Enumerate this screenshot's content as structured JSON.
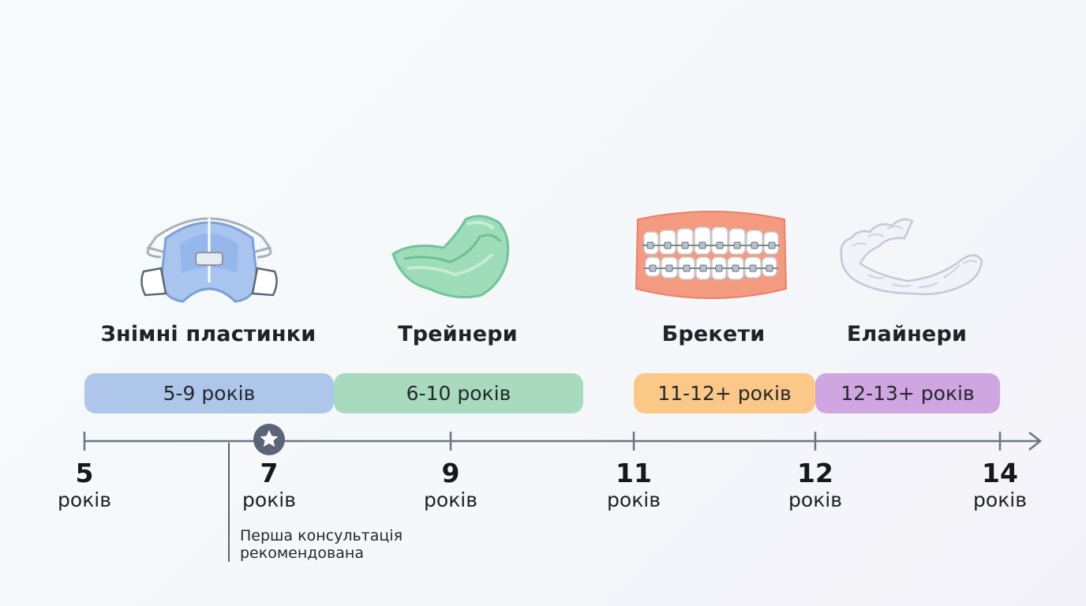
{
  "treatments": [
    {
      "title": "Знімні пластинки",
      "age_range": "5-9 років",
      "color": "#aec6ea",
      "icon": "removable-plate-icon"
    },
    {
      "title": "Трейнери",
      "age_range": "6-10 років",
      "color": "#a8dbbd",
      "icon": "trainer-icon"
    },
    {
      "title": "Брекети",
      "age_range": "11-12+ років",
      "color": "#fcc888",
      "icon": "braces-icon"
    },
    {
      "title": "Елайнери",
      "age_range": "12-13+ років",
      "color": "#cfa6e1",
      "icon": "aligner-icon"
    }
  ],
  "timeline": {
    "ticks": [
      {
        "age": "5",
        "unit": "років"
      },
      {
        "age": "7",
        "unit": "років"
      },
      {
        "age": "9",
        "unit": "років"
      },
      {
        "age": "11",
        "unit": "років"
      },
      {
        "age": "12",
        "unit": "років"
      },
      {
        "age": "14",
        "unit": "років"
      }
    ],
    "marker_icon": "star-icon",
    "note_line1": "Перша консультація",
    "note_line2": "рекомендована",
    "axis_color": "#6a7484",
    "marker_color": "#5c6578"
  }
}
